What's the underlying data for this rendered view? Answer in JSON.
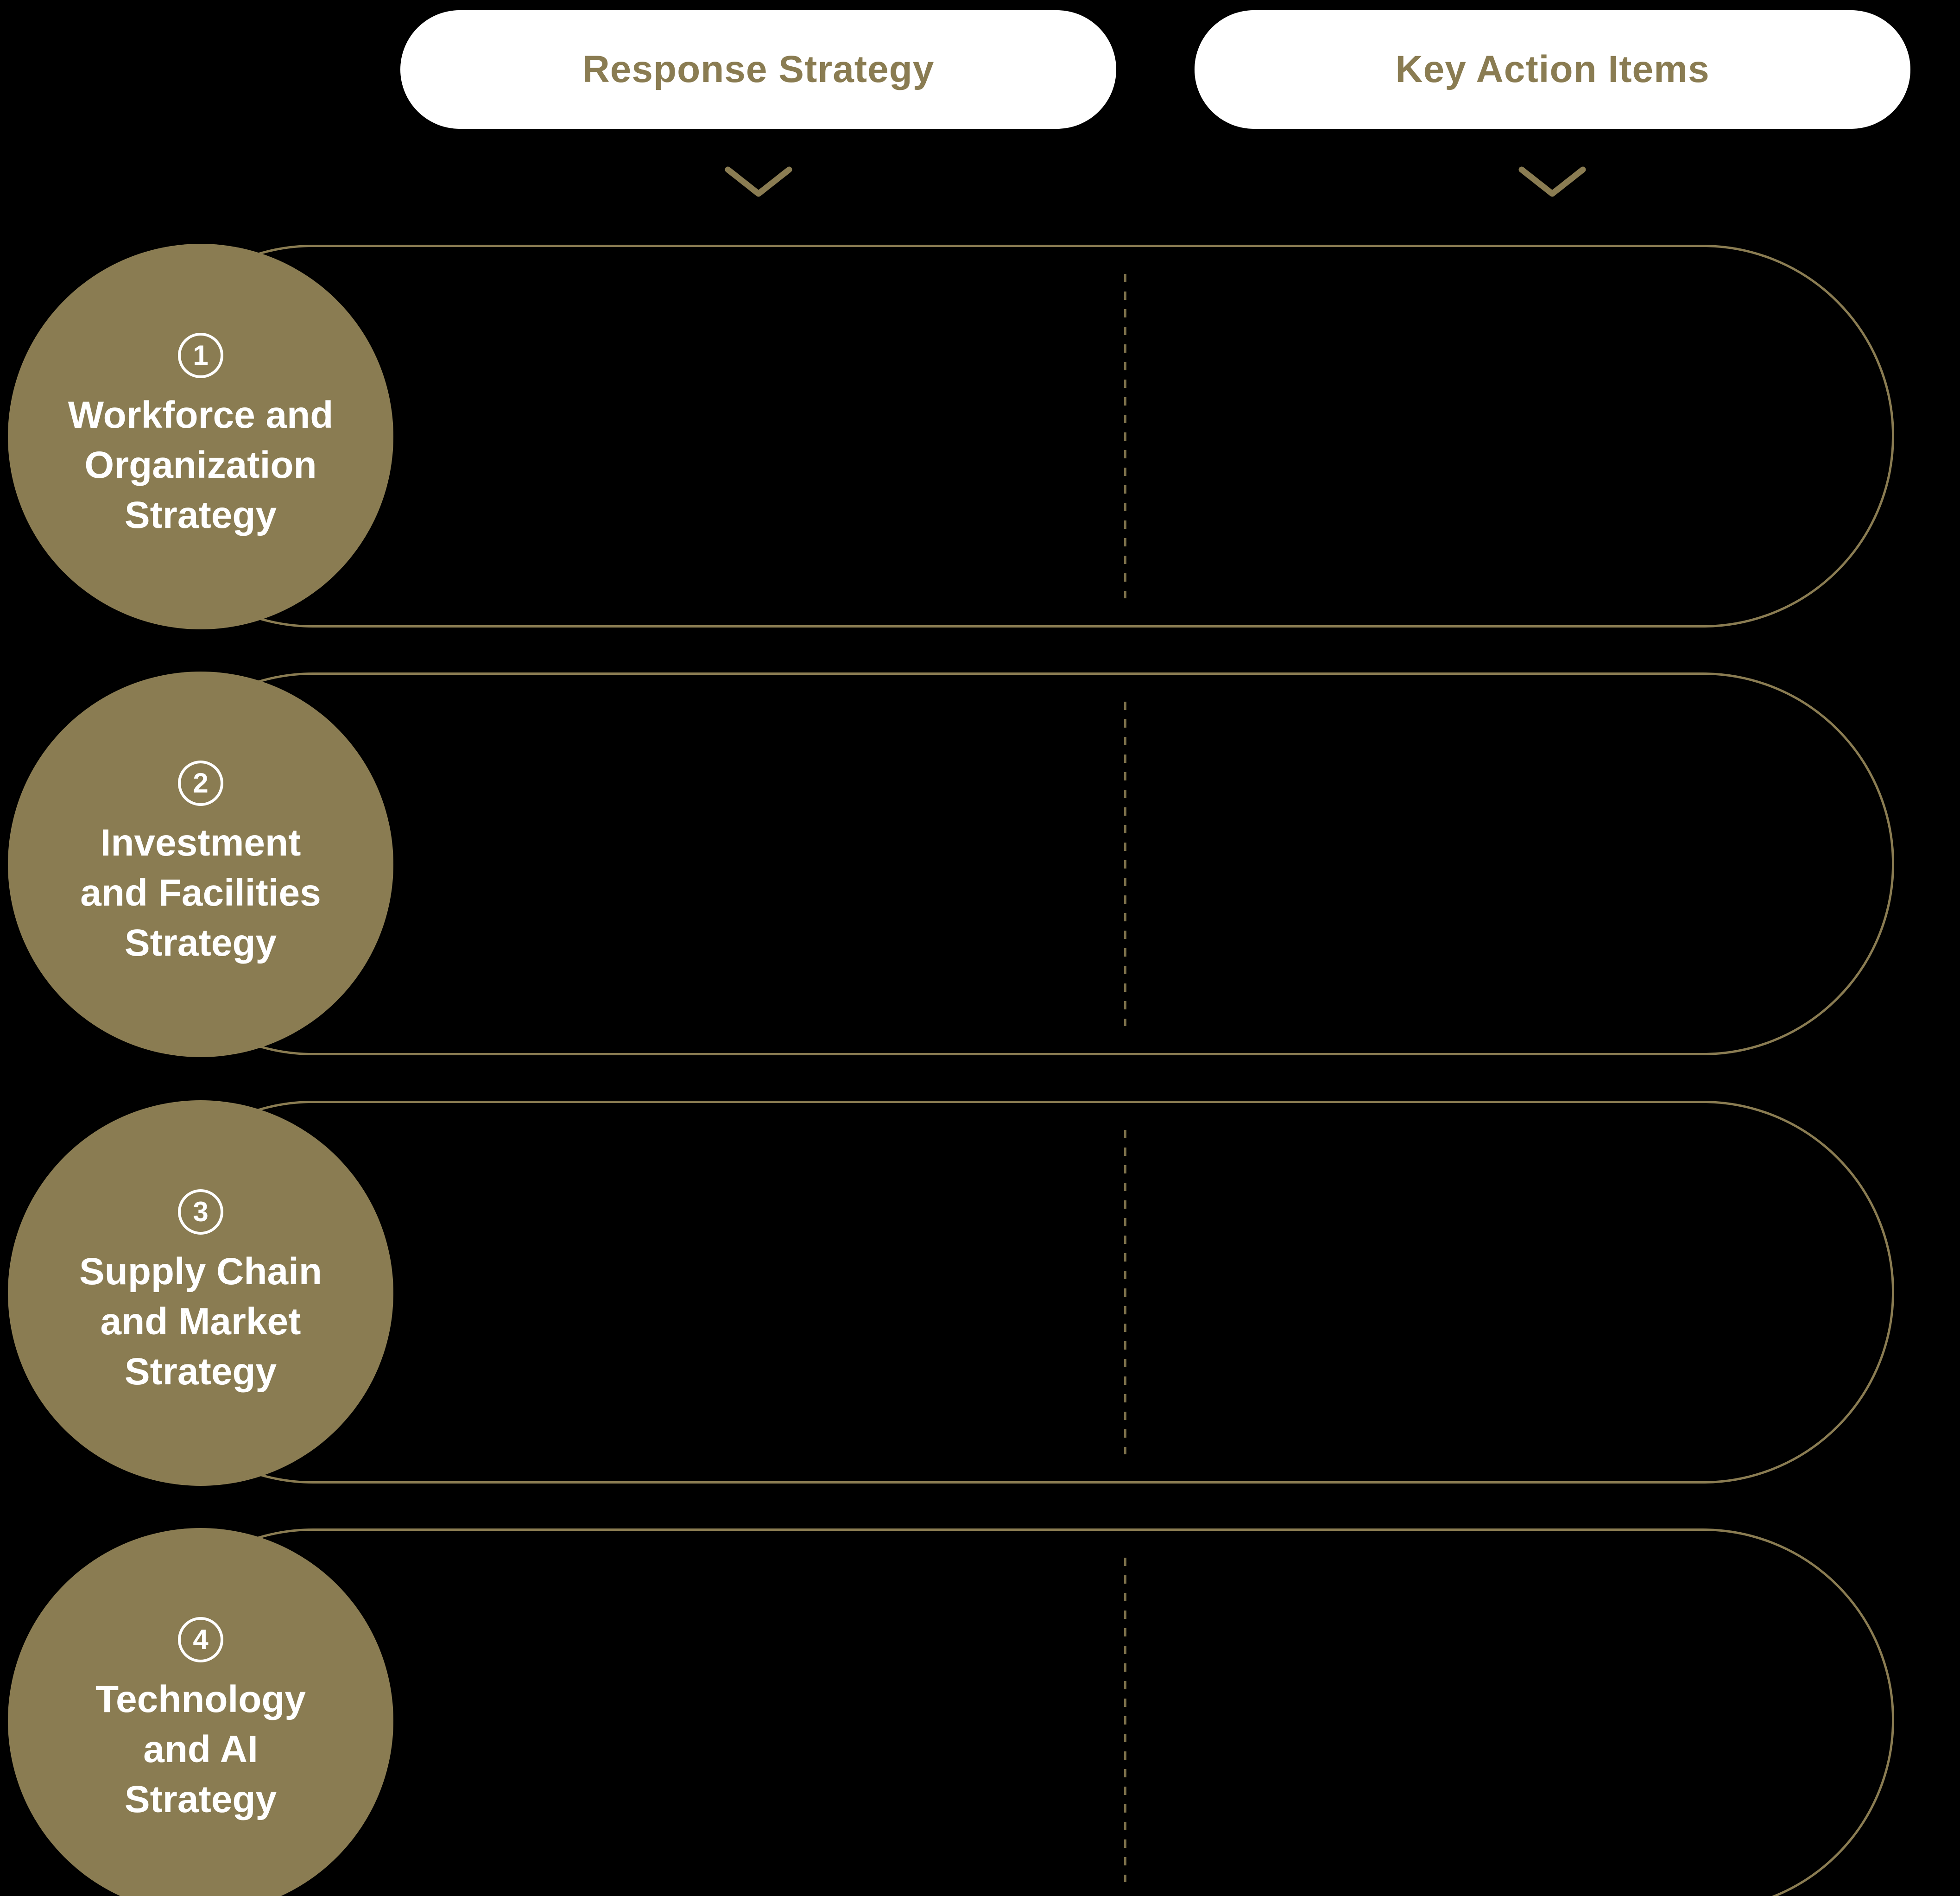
{
  "colors": {
    "background": "#000000",
    "accent": "#8A7C52",
    "pill_bg": "#FFFFFF",
    "text_on_accent": "#FFFFFF"
  },
  "headers": [
    {
      "label": "Response Strategy"
    },
    {
      "label": "Key Action Items"
    }
  ],
  "rows": [
    {
      "number": "1",
      "label": "Workforce and\nOrganization\nStrategy"
    },
    {
      "number": "2",
      "label": "Investment\nand Facilities\nStrategy"
    },
    {
      "number": "3",
      "label": "Supply Chain\nand Market\nStrategy"
    },
    {
      "number": "4",
      "label": "Technology\nand AI\nStrategy"
    }
  ]
}
